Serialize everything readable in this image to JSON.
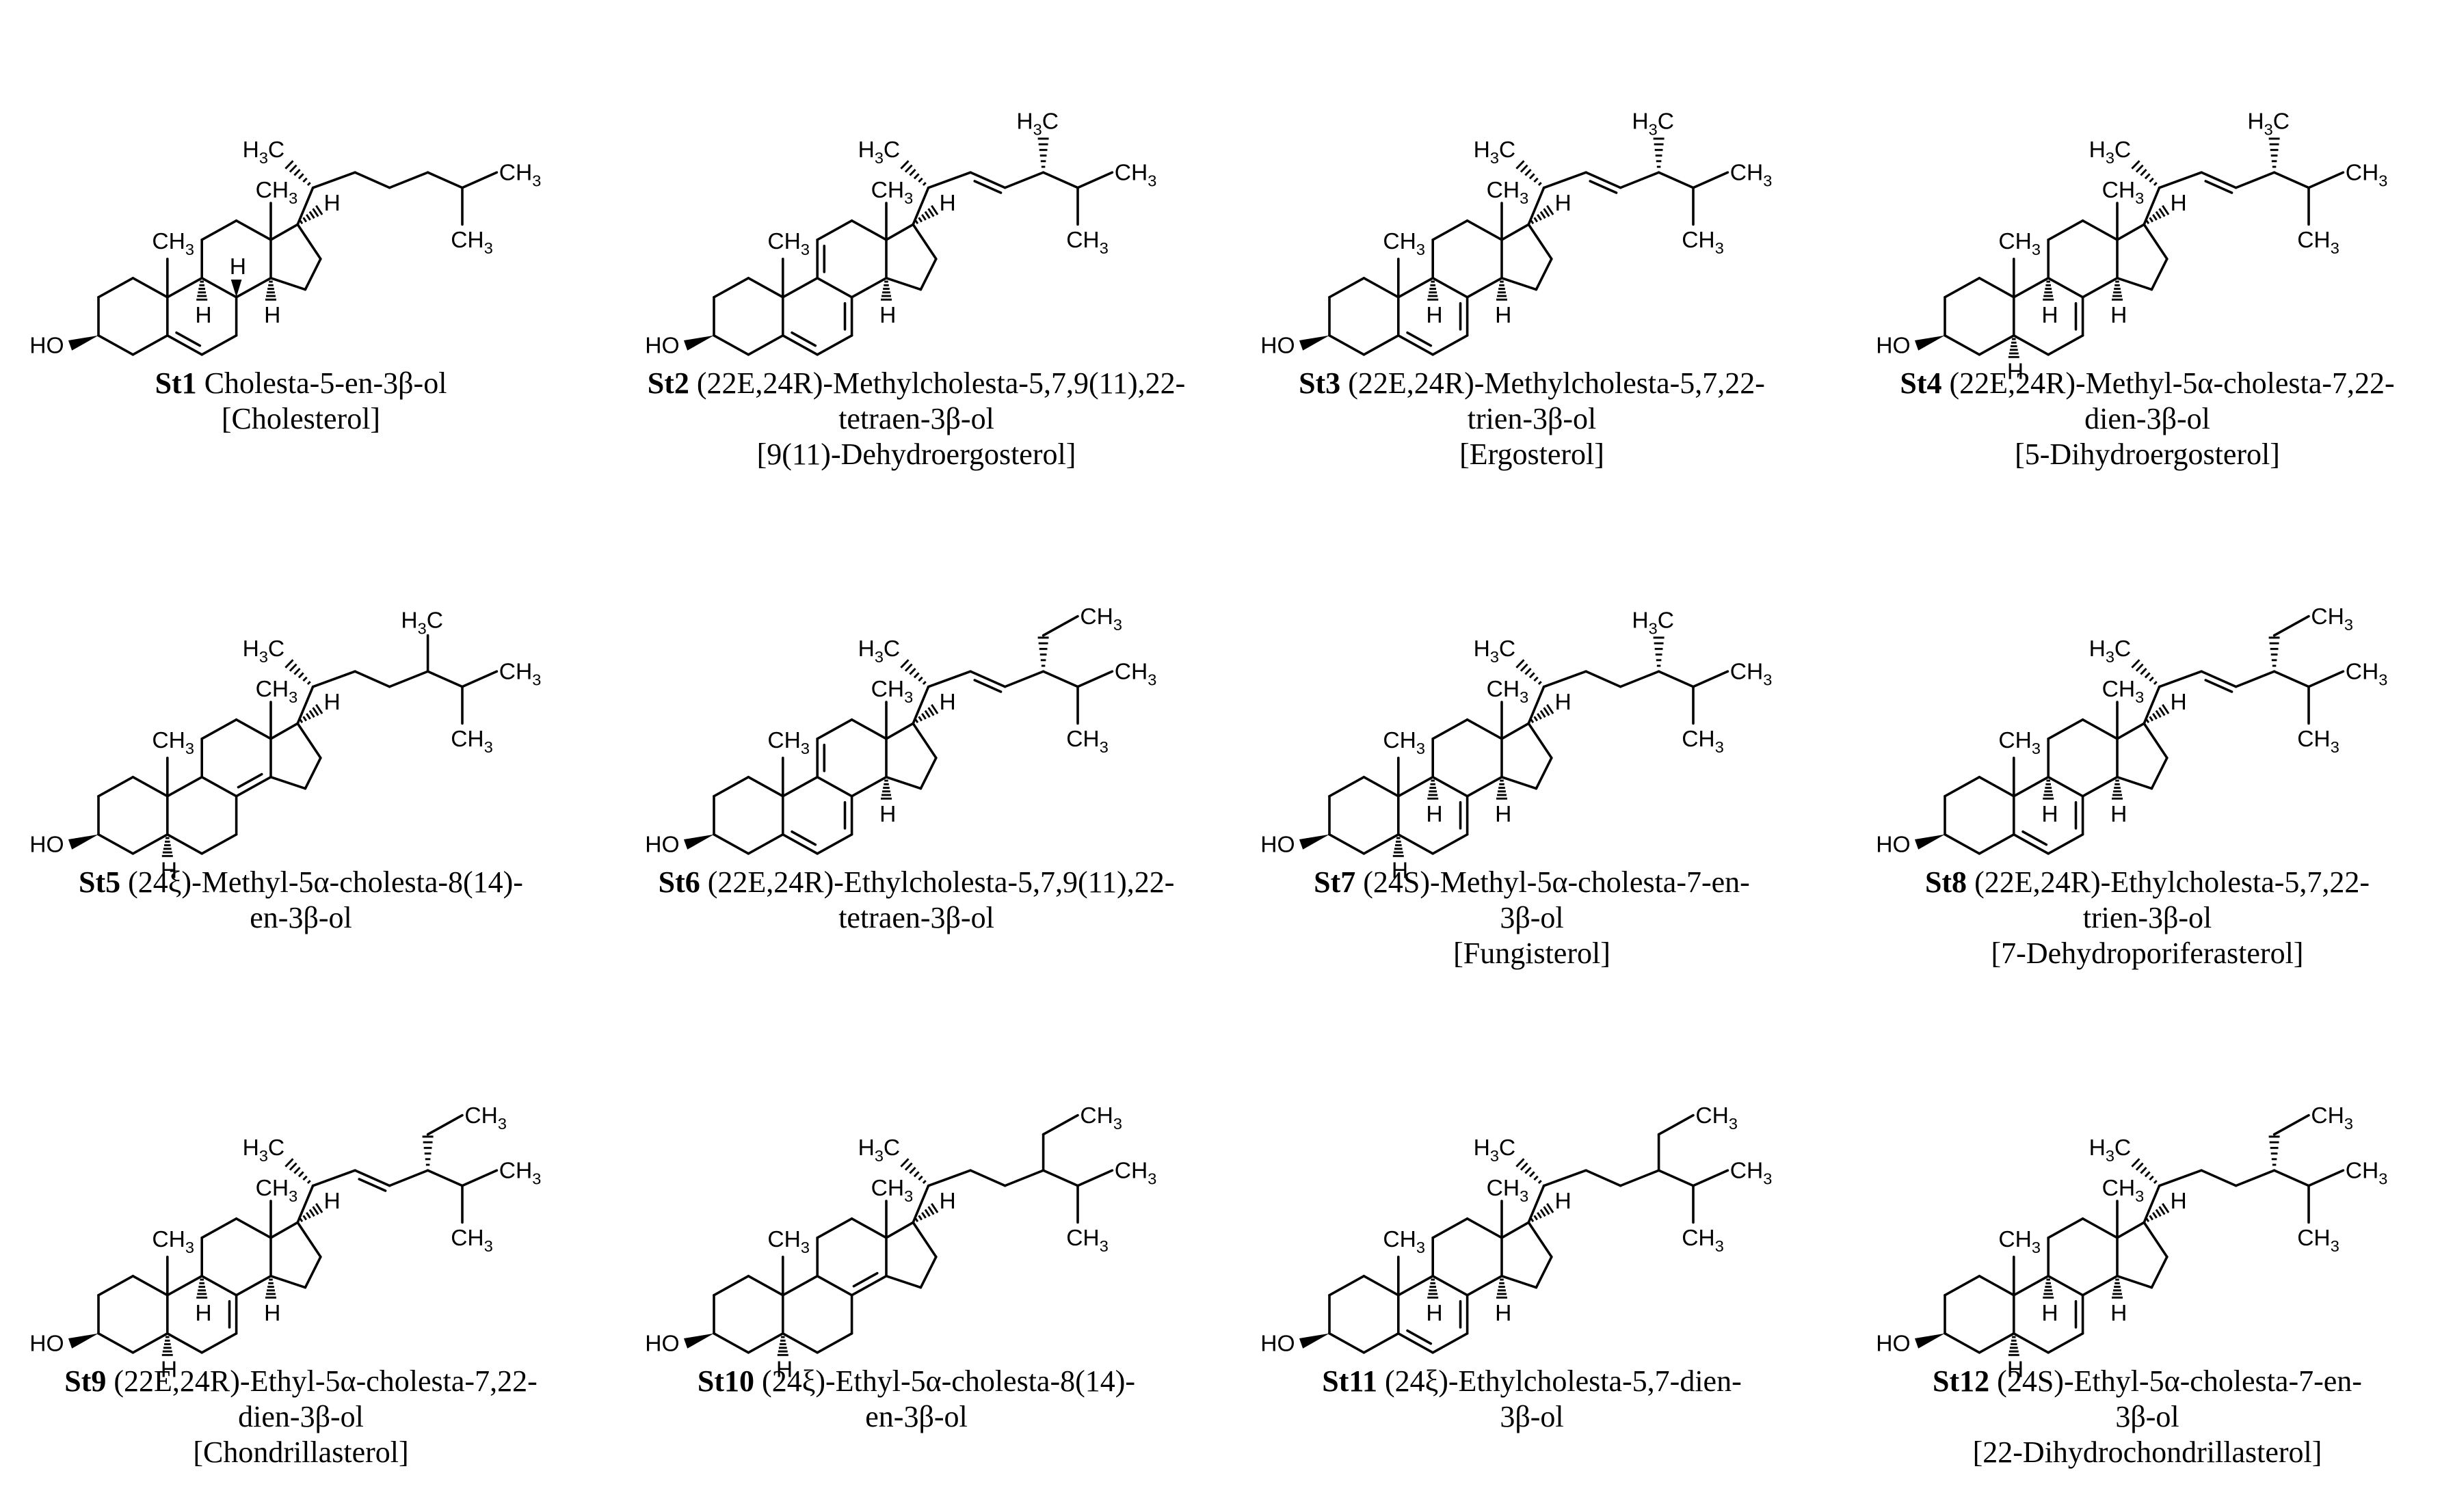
{
  "atom_labels": {
    "hydroxyl": "HO",
    "methyl": "CH",
    "methyl_sub": "3",
    "methyl_left": "H",
    "methyl_left_sub": "3",
    "methyl_left_tail": "C",
    "hydrogen": "H"
  },
  "compounds": [
    {
      "code": "St1",
      "line1": "Cholesta-5-en-3β-ol",
      "line2": "",
      "trivial": "[Cholesterol]",
      "side": "satA",
      "d5": true,
      "d7": false,
      "d9": false,
      "d8": false,
      "alpha5": false
    },
    {
      "code": "St2",
      "line1": "(22E,24R)-Methylcholesta-5,7,9(11),22-",
      "line2": "tetraen-3β-ol",
      "trivial": "[9(11)-Dehydroergosterol]",
      "side": "ergo",
      "d5": true,
      "d7": true,
      "d9": true,
      "d8": false,
      "alpha5": false
    },
    {
      "code": "St3",
      "line1": "(22E,24R)-Methylcholesta-5,7,22-",
      "line2": "trien-3β-ol",
      "trivial": "[Ergosterol]",
      "side": "ergo",
      "d5": true,
      "d7": true,
      "d9": false,
      "d8": false,
      "alpha5": false
    },
    {
      "code": "St4",
      "line1": "(22E,24R)-Methyl-5α-cholesta-7,22-",
      "line2": "dien-3β-ol",
      "trivial": "[5-Dihydroergosterol]",
      "side": "ergo",
      "d5": false,
      "d7": true,
      "d9": false,
      "d8": false,
      "alpha5": true
    },
    {
      "code": "St5",
      "line1": "(24ξ)-Methyl-5α-cholesta-8(14)-",
      "line2": "en-3β-ol",
      "trivial": "",
      "side": "satMe",
      "d5": false,
      "d7": false,
      "d9": false,
      "d8": true,
      "alpha5": true
    },
    {
      "code": "St6",
      "line1": "(22E,24R)-Ethylcholesta-5,7,9(11),22-",
      "line2": "tetraen-3β-ol",
      "trivial": "",
      "side": "ethUns",
      "d5": true,
      "d7": true,
      "d9": true,
      "d8": false,
      "alpha5": false
    },
    {
      "code": "St7",
      "line1": "(24S)-Methyl-5α-cholesta-7-en-",
      "line2": "3β-ol",
      "trivial": "[Fungisterol]",
      "side": "satMe",
      "d5": false,
      "d7": true,
      "d9": false,
      "d8": false,
      "alpha5": true
    },
    {
      "code": "St8",
      "line1": "(22E,24R)-Ethylcholesta-5,7,22-",
      "line2": "trien-3β-ol",
      "trivial": "[7-Dehydroporiferasterol]",
      "side": "ethUns",
      "d5": true,
      "d7": true,
      "d9": false,
      "d8": false,
      "alpha5": false
    },
    {
      "code": "St9",
      "line1": "(22E,24R)-Ethyl-5α-cholesta-7,22-",
      "line2": "dien-3β-ol",
      "trivial": "[Chondrillasterol]",
      "side": "ethUns",
      "d5": false,
      "d7": true,
      "d9": false,
      "d8": false,
      "alpha5": true
    },
    {
      "code": "St10",
      "line1": "(24ξ)-Ethyl-5α-cholesta-8(14)-",
      "line2": "en-3β-ol",
      "trivial": "",
      "side": "ethSat",
      "d5": false,
      "d7": false,
      "d9": false,
      "d8": true,
      "alpha5": true
    },
    {
      "code": "St11",
      "line1": "(24ξ)-Ethylcholesta-5,7-dien-",
      "line2": "3β-ol",
      "trivial": "",
      "side": "ethSat",
      "d5": true,
      "d7": true,
      "d9": false,
      "d8": false,
      "alpha5": false
    },
    {
      "code": "St12",
      "line1": "(24S)-Ethyl-5α-cholesta-7-en-",
      "line2": "3β-ol",
      "trivial": "[22-Dihydrochondrillasterol]",
      "side": "ethSat",
      "d5": false,
      "d7": true,
      "d9": false,
      "d8": false,
      "alpha5": true
    }
  ]
}
